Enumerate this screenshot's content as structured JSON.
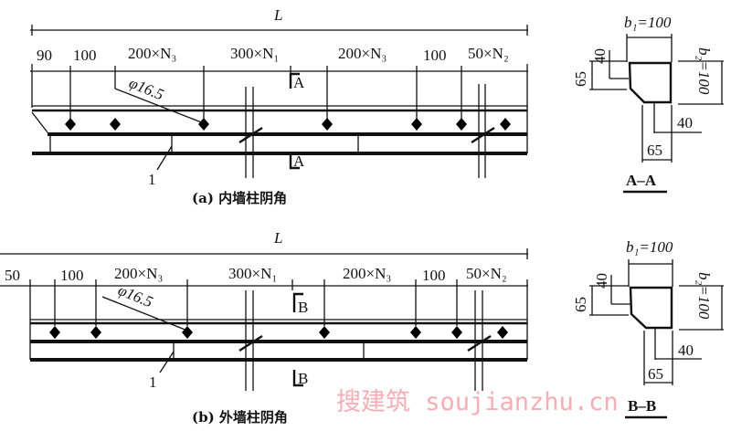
{
  "diagram_a": {
    "overall_label": "L",
    "dims": [
      "90",
      "100",
      "200×N₃",
      "300×N₁",
      "200×N₃",
      "100",
      "50×N₂"
    ],
    "bar_label": "φ16.5",
    "part_label": "1",
    "section_mark": "A",
    "caption": "(a) 内墙柱阴角"
  },
  "diagram_b": {
    "overall_label": "L",
    "dims": [
      "50",
      "100",
      "200×N₃",
      "300×N₁",
      "200×N₃",
      "100",
      "50×N₂"
    ],
    "bar_label": "φ16.5",
    "part_label": "1",
    "section_mark": "B",
    "caption": "(b) 外墙柱阴角"
  },
  "section_a": {
    "b1": "b₁=100",
    "b2": "b₂=100",
    "dim_40_top": "40",
    "dim_65_left": "65",
    "dim_40_bottom": "40",
    "dim_65_bottom": "65",
    "title": "A–A"
  },
  "section_b": {
    "b1": "b₁=100",
    "b2": "b₂=100",
    "dim_40_top": "40",
    "dim_65_left": "65",
    "dim_40_bottom": "40",
    "dim_65_bottom": "65",
    "title": "B–B"
  },
  "watermark": "搜建筑 soujianzhu.cn"
}
